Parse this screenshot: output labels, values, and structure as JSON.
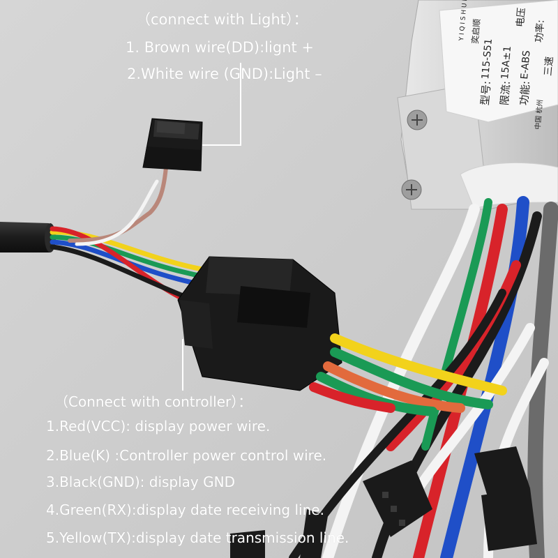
{
  "light_section": {
    "heading": "（connect with Light）：",
    "lines": [
      "1. Brown wire(DD):lignt +",
      "2.White wire (GND):Light –"
    ]
  },
  "controller_section": {
    "heading": "（Connect with controller）：",
    "lines": [
      "1.Red(VCC): display power wire.",
      "2.Blue(K)    :Controller power control wire.",
      "3.Black(GND): display GND",
      "4.Green(RX):display date receiving line.",
      "5.Yellow(TX):display date transmission line."
    ]
  },
  "controller_label": {
    "brand_latin": "Y I Q I S H U N",
    "brand_cn": "奕启顺",
    "model_cn": "型号:",
    "model": "115-S51",
    "current_cn": "限流:",
    "current": "15A±1",
    "function_cn": "功能:",
    "function": "E-ABS",
    "voltage_cn": "电压",
    "power_cn": "功率:",
    "speed_cn": "三速",
    "origin_cn": "中国 杭州"
  },
  "colors": {
    "background": "#cfcfcf",
    "text": "#ffffff",
    "connector": "#1a1a1a",
    "wire_red": "#d8232a",
    "wire_blue": "#1f4fc8",
    "wire_black": "#1b1b1b",
    "wire_green": "#1a9a55",
    "wire_yellow": "#f2d21b",
    "wire_brown": "#b9877a",
    "wire_white": "#f4f4f4"
  }
}
